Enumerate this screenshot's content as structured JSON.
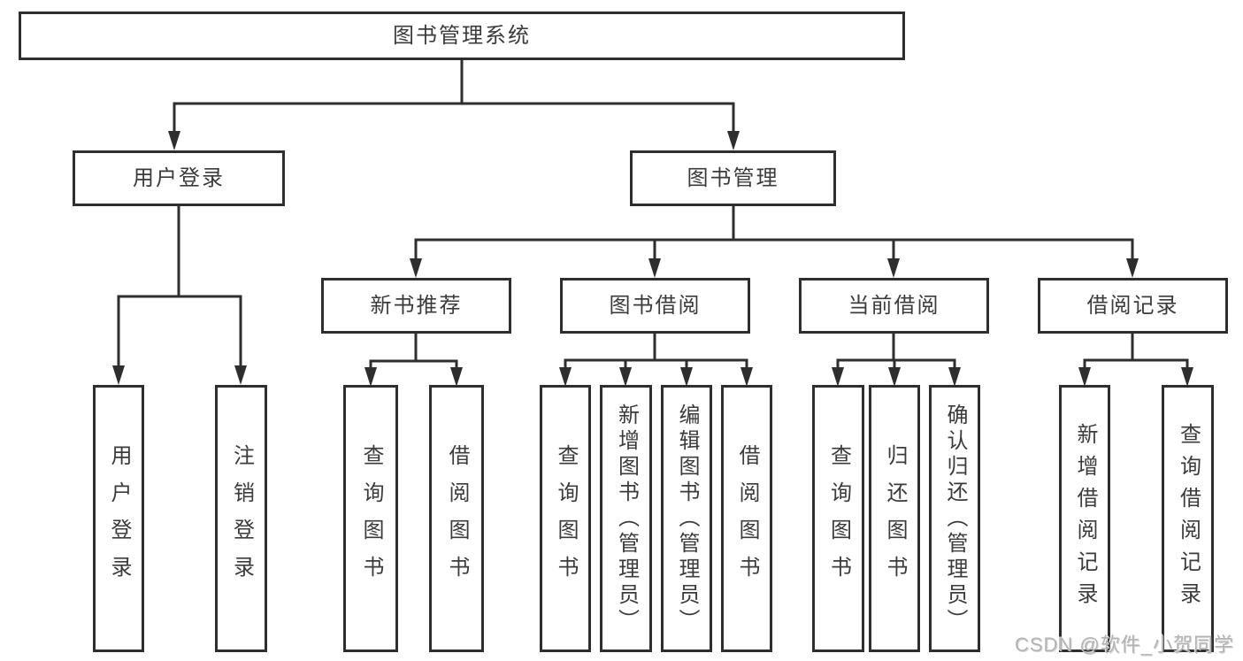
{
  "diagram": {
    "root": "图书管理系统",
    "level2": [
      {
        "label": "用户登录",
        "leaves": [
          "用户登录",
          "注销登录"
        ]
      },
      {
        "label": "图书管理",
        "groups": [
          {
            "label": "新书推荐",
            "leaves": [
              "查询图书",
              "借阅图书"
            ]
          },
          {
            "label": "图书借阅",
            "leaves": [
              "查询图书",
              "新增图书（管理员）",
              "编辑图书（管理员）",
              "借阅图书"
            ]
          },
          {
            "label": "当前借阅",
            "leaves": [
              "查询图书",
              "归还图书",
              "确认归还（管理员）"
            ]
          },
          {
            "label": "借阅记录",
            "leaves": [
              "新增借阅记录",
              "查询借阅记录"
            ]
          }
        ]
      }
    ]
  },
  "watermark": {
    "text": "CSDN @软件_小贺同学"
  },
  "colors": {
    "line": "#2e2e2e",
    "text": "#3b3b3b",
    "background": "#ffffff",
    "watermark": "#b3b3b3"
  }
}
